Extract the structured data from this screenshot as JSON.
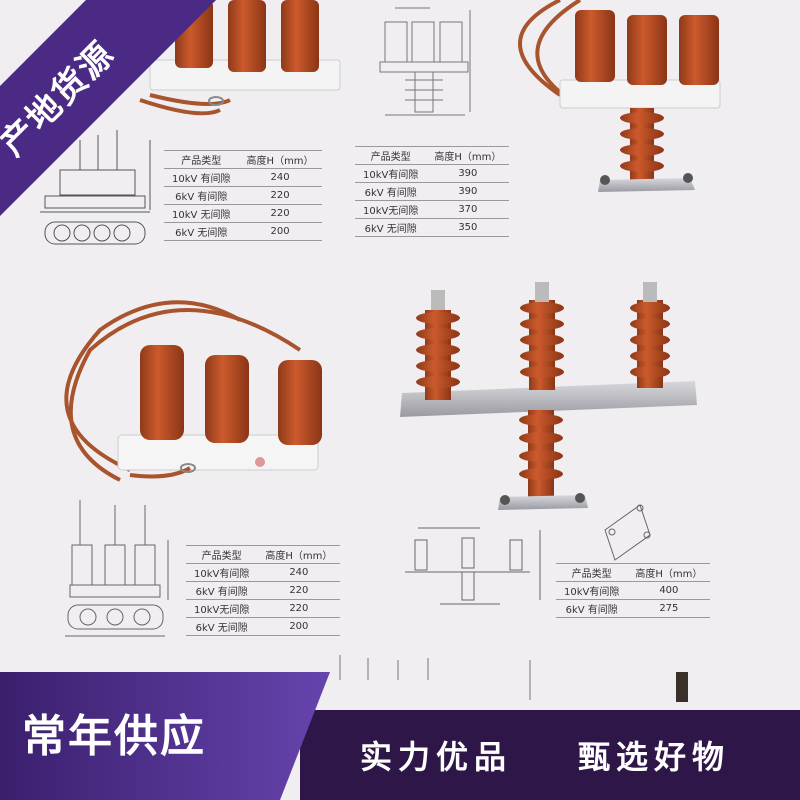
{
  "banner": {
    "corner_text": "产地货源"
  },
  "table_top_left": {
    "headers": [
      "产品类型",
      "高度H（mm）"
    ],
    "rows": [
      [
        "10kV 有间隙",
        "240"
      ],
      [
        "6kV 有间隙",
        "220"
      ],
      [
        "10kV 无间隙",
        "220"
      ],
      [
        "6kV 无间隙",
        "200"
      ]
    ]
  },
  "table_top_center": {
    "headers": [
      "产品类型",
      "高度H（mm）"
    ],
    "rows": [
      [
        "10kV有间隙",
        "390"
      ],
      [
        "6kV 有间隙",
        "390"
      ],
      [
        "10kV无间隙",
        "370"
      ],
      [
        "6kV 无间隙",
        "350"
      ]
    ]
  },
  "table_mid_left": {
    "headers": [
      "产品类型",
      "高度H（mm）"
    ],
    "rows": [
      [
        "10kV有间隙",
        "240"
      ],
      [
        "6kV 有间隙",
        "220"
      ],
      [
        "10kV无间隙",
        "220"
      ],
      [
        "6kV 无间隙",
        "200"
      ]
    ]
  },
  "table_mid_right": {
    "headers": [
      "产品类型",
      "高度H（mm）"
    ],
    "rows": [
      [
        "10kV有间隙",
        "400"
      ],
      [
        "6kV 有间隙",
        "275"
      ]
    ]
  },
  "footer": {
    "left_slogan": "常年供应",
    "right_slogan_1": "实力优品",
    "right_slogan_2": "甄选好物"
  },
  "colors": {
    "arrester": "#b84a22",
    "cable": "#a8542d",
    "banner": "#4b2a86",
    "footer_dark": "#2e1648"
  }
}
